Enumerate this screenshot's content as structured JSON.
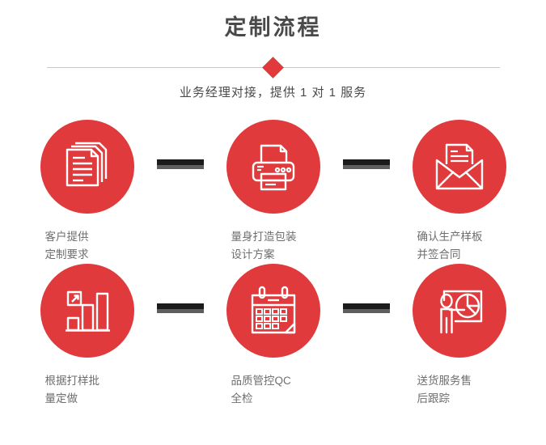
{
  "header": {
    "title": "定制流程",
    "subtitle": "业务经理对接，提供 1 对 1 服务",
    "divider_icon": "diamond-divider"
  },
  "colors": {
    "brand_red": "#e03a3c",
    "title_gray": "#4a4a4a",
    "label_gray": "#6e6e6e",
    "connector_dark": "#1b1b1b",
    "connector_shadow": "#5e5e5e",
    "divider_line": "#c9c9c9",
    "background": "#ffffff"
  },
  "flow": {
    "rows": [
      {
        "steps": [
          {
            "icon": "documents-stack-icon",
            "label": "客户提供\n定制要求"
          },
          {
            "icon": "printer-icon",
            "label": "量身打造包装\n设计方案"
          },
          {
            "icon": "envelope-letter-icon",
            "label": "确认生产样板\n并签合同"
          }
        ]
      },
      {
        "steps": [
          {
            "icon": "bar-chart-growth-icon",
            "label": "根据打样批\n量定做"
          },
          {
            "icon": "calendar-icon",
            "label": "品质管控QC\n全检"
          },
          {
            "icon": "presenter-pie-chart-icon",
            "label": "送货服务售\n后跟踪"
          }
        ]
      }
    ],
    "connector_icon": "horizontal-arrow-bar",
    "vertical_connector_icon": "vertical-arrow-bar"
  }
}
